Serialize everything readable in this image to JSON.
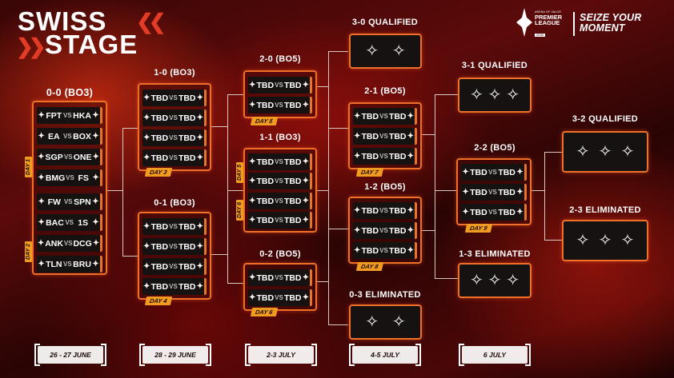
{
  "title": {
    "line1": "SWISS",
    "line2": "STAGE",
    "chevrons": "«"
  },
  "logos": {
    "league_small": "ARENA OF VALOR",
    "league_main": "PREMIER LEAGUE",
    "league_year": "2025",
    "slogan_line1": "SEIZE YOUR",
    "slogan_line2": "MOMENT"
  },
  "colors": {
    "accent_orange": "#f0702a",
    "day_tag": "#f29b21",
    "match_bg": "#161212"
  },
  "icons": {
    "slot": "diamond-star-icon"
  },
  "labels": {
    "r00": "0-0 (BO3)",
    "r10": "1-0 (BO3)",
    "r01": "0-1 (BO3)",
    "r20": "2-0 (BO5)",
    "r11": "1-1 (BO3)",
    "r02": "0-2 (BO5)",
    "r21": "2-1 (BO5)",
    "r12": "1-2 (BO5)",
    "r22": "2-2 (BO5)",
    "q30": "3-0 QUALIFIED",
    "q31": "3-1 QUALIFIED",
    "q32": "3-2 QUALIFIED",
    "e03": "0-3 ELIMINATED",
    "e13": "1-3 ELIMINATED",
    "e23": "2-3 ELIMINATED"
  },
  "vs": "VS",
  "tbd": "TBD",
  "opening_matches": [
    {
      "team1": "FPT",
      "team2": "HKA"
    },
    {
      "team1": "EA",
      "team2": "BOX"
    },
    {
      "team1": "SGP",
      "team2": "ONE"
    },
    {
      "team1": "BMG",
      "team2": "FS"
    },
    {
      "team1": "FW",
      "team2": "SPN"
    },
    {
      "team1": "BAC",
      "team2": "1S"
    },
    {
      "team1": "ANK",
      "team2": "DCG"
    },
    {
      "team1": "TLN",
      "team2": "BRU"
    }
  ],
  "days": {
    "d1": "DAY 1",
    "d2": "DAY 2",
    "d3": "DAY 3",
    "d4": "DAY 4",
    "d5": "DAY 5",
    "d6": "DAY 6",
    "d7": "DAY 7",
    "d8": "DAY 8",
    "d9": "DAY 9"
  },
  "dates": [
    "26 - 27 JUNE",
    "28 - 29 JUNE",
    "2-3 JULY",
    "4-5 JULY",
    "6 JULY"
  ]
}
